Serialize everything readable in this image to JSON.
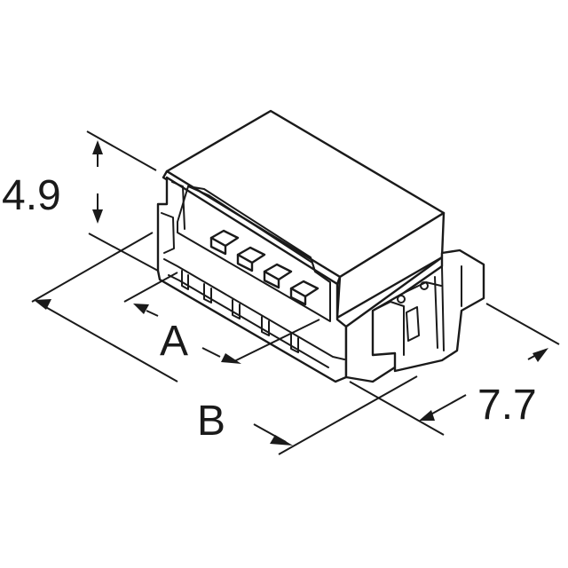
{
  "dimensions": {
    "height": "4.9",
    "pitch_span": "A",
    "overall_width": "B",
    "depth": "7.7"
  }
}
